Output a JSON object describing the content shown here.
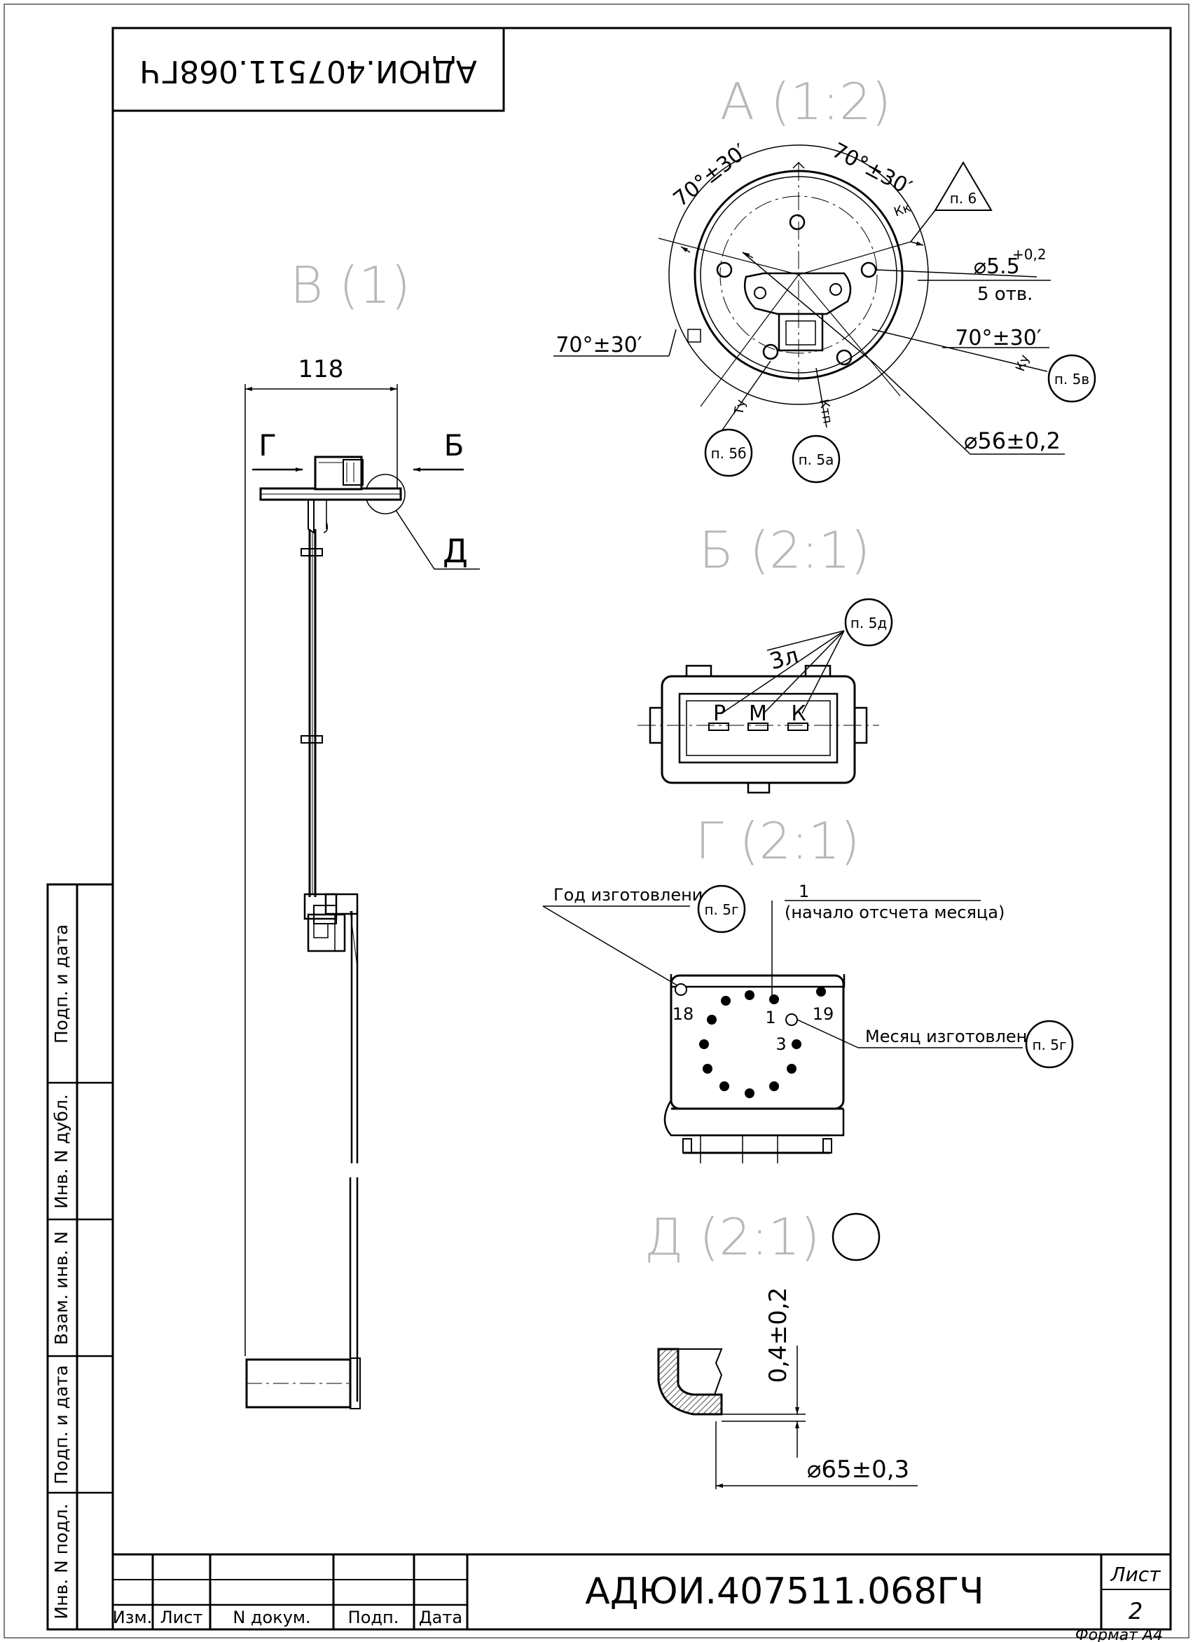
{
  "document": {
    "code_rotated": "АДЮИ.407511.068ГЧ",
    "code": "АДЮИ.407511.068ГЧ",
    "format": "Формат А4"
  },
  "title_block": {
    "sheet_label": "Лист",
    "sheet_number": "2",
    "columns": [
      "Изм.",
      "Лист",
      "N докум.",
      "Подп.",
      "Дата"
    ]
  },
  "side_strip": {
    "labels": [
      "Подп. и дата",
      "Инв. N дубл.",
      "Взам. инв. N",
      "Подп. и дата",
      "Инв. N подл."
    ]
  },
  "view_a": {
    "title": "А (1:2)",
    "angle_top_left": "70°±30′",
    "angle_top_right": "70°±30′",
    "angle_left": "70°±30′",
    "angle_right": "70°±30′",
    "hole_dia": "⌀5.5",
    "hole_tol": "+0,2",
    "hole_count": "5 отв.",
    "outer_dia": "⌀56±0,2",
    "mark_kk": "Кк",
    "mark_tu": "Ту",
    "mark_ktp": "Ктп",
    "mark_ku": "Ку",
    "note_triangle": "п. 6",
    "note_5v": "п. 5в",
    "note_5b": "п. 5б",
    "note_5a": "п. 5а"
  },
  "view_b_side": {
    "title": "В (1)",
    "dim_width": "118",
    "arrow_g": "Г",
    "arrow_b": "Б",
    "callout_d": "Д"
  },
  "view_b_conn": {
    "title": "Б (2:1)",
    "label_3l": "3л",
    "pins": [
      "Р",
      "М",
      "К"
    ],
    "note": "п. 5д"
  },
  "view_g": {
    "title": "Г (2:1)",
    "year_label": "Год изготовления",
    "year_note": "п. 5г",
    "start_num": "1",
    "start_label": "(начало отсчета месяца)",
    "month_label": "Месяц изготовления",
    "month_note": "п. 5г",
    "num_18": "18",
    "num_1": "1",
    "num_19": "19",
    "num_3": "3"
  },
  "view_d": {
    "title": "Д (2:1)",
    "dim_thickness": "0,4±0,2",
    "dim_dia": "⌀65±0,3"
  }
}
